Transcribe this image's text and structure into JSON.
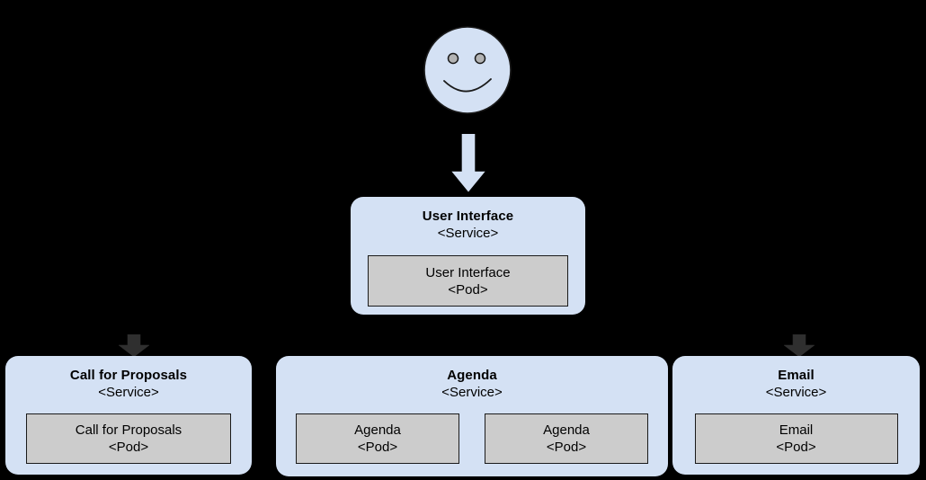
{
  "diagram": {
    "actor": {
      "icon": "smiley-face-user-actor",
      "face_color": "#d4e1f4",
      "eye_color": "#b3b3b3",
      "stroke_color": "#1a1a1a"
    },
    "colors": {
      "background": "#000000",
      "service_fill": "#d4e1f4",
      "pod_fill": "#cccccc",
      "pod_border": "#1a1a1a",
      "arrow_fill": "#d4e1f4"
    },
    "arrows": [
      {
        "name": "user-to-user-interface",
        "direction": "down"
      },
      {
        "name": "user-interface-to-call-for-proposals",
        "direction": "down"
      },
      {
        "name": "user-interface-to-email",
        "direction": "down"
      }
    ],
    "services": [
      {
        "id": "user-interface",
        "title": "User Interface",
        "kind": "<Service>",
        "pods": [
          {
            "title": "User Interface",
            "kind": "<Pod>"
          }
        ]
      },
      {
        "id": "call-for-proposals",
        "title": "Call for Proposals",
        "kind": "<Service>",
        "pods": [
          {
            "title": "Call for Proposals",
            "kind": "<Pod>"
          }
        ]
      },
      {
        "id": "agenda",
        "title": "Agenda",
        "kind": "<Service>",
        "pods": [
          {
            "title": "Agenda",
            "kind": "<Pod>"
          },
          {
            "title": "Agenda",
            "kind": "<Pod>"
          }
        ]
      },
      {
        "id": "email",
        "title": "Email",
        "kind": "<Service>",
        "pods": [
          {
            "title": "Email",
            "kind": "<Pod>"
          }
        ]
      }
    ]
  }
}
